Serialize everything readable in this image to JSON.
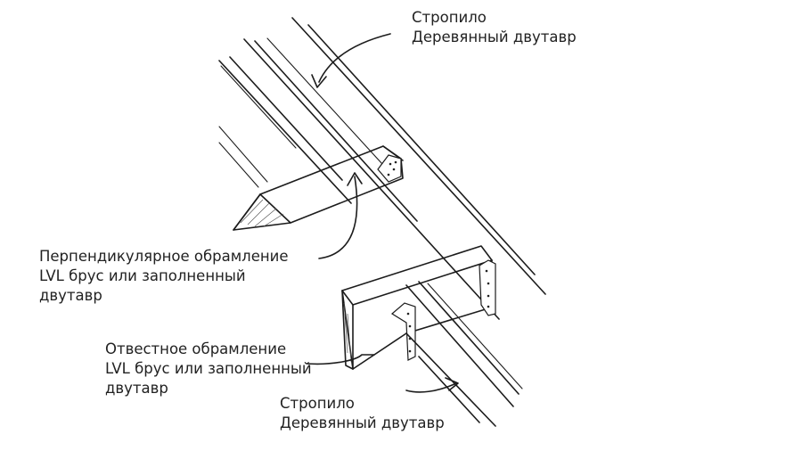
{
  "labels": {
    "top_rafter": {
      "line1": "Стропило",
      "line2": "Деревянный двутавр"
    },
    "perpendicular_framing": {
      "line1": "Перпендикулярное обрамление",
      "line2": "LVL брус или заполненный",
      "line3": "двутавр"
    },
    "plumb_framing": {
      "line1": "Отвестное обрамление",
      "line2": "LVL брус или заполненный",
      "line3": "двутавр"
    },
    "bottom_rafter": {
      "line1": "Стропило",
      "line2": "Деревянный двутавр"
    }
  },
  "colors": {
    "ink": "#1c1c1c",
    "background": "#ffffff"
  }
}
